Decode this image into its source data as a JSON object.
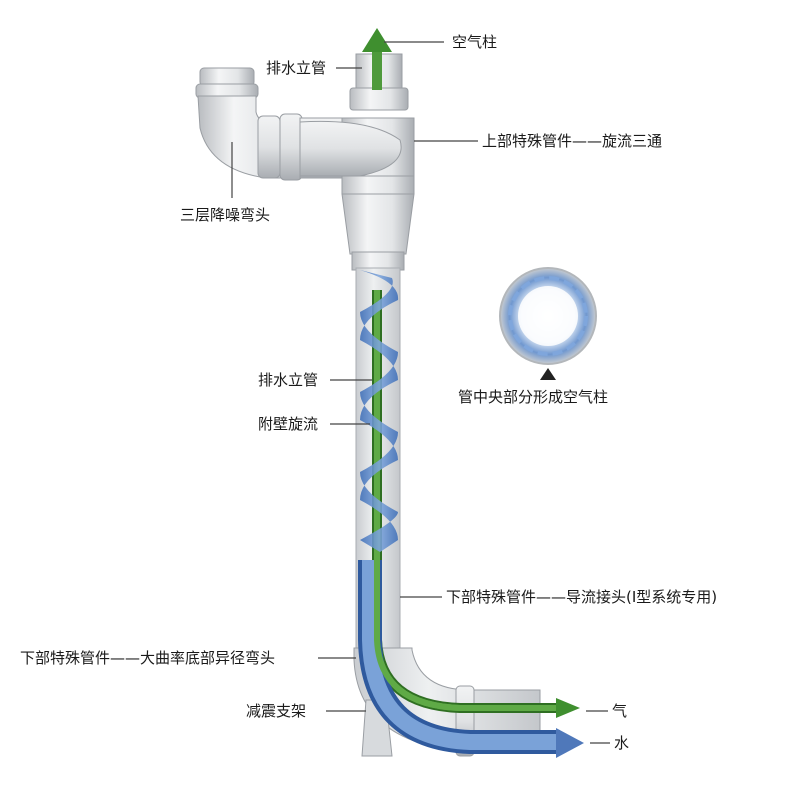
{
  "labels": {
    "air_column_top": "空气柱",
    "riser_top": "排水立管",
    "upper_fitting": "上部特殊管件——旋流三通",
    "triple_elbow": "三层降噪弯头",
    "center_air": "管中央部分形成空气柱",
    "riser_mid": "排水立管",
    "wall_swirl": "附壁旋流",
    "lower_fitting_guide": "下部特殊管件——导流接头(I型系统专用)",
    "lower_fitting_elbow": "下部特殊管件——大曲率底部异径弯头",
    "damper_support": "减震支架",
    "air_out": "气",
    "water_out": "水"
  },
  "colors": {
    "air_flow": "#3f8f2f",
    "water_flow": "#5b86c6",
    "pipe_fill": "#e2e4e6",
    "pipe_edge": "#9a9ea3"
  }
}
